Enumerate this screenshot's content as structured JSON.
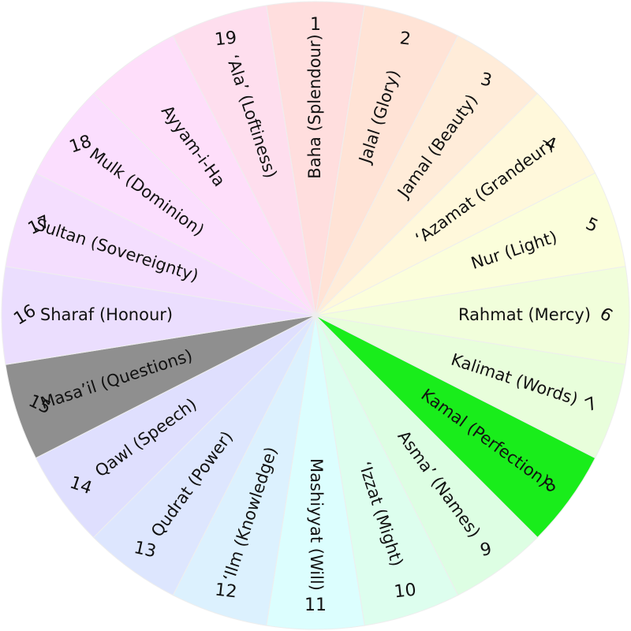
{
  "segments": [
    {
      "number": "1",
      "name": "Baha (Splendour)",
      "color": "#ffdede"
    },
    {
      "number": "2",
      "name": "Jalal (Glory)",
      "color": "#ffe3d6"
    },
    {
      "number": "3",
      "name": "Jamal (Beauty)",
      "color": "#ffecd9"
    },
    {
      "number": "4",
      "name": "‘Azamat (Grandeur)",
      "color": "#fff8db"
    },
    {
      "number": "5",
      "name": "Nur (Light)",
      "color": "#fbfedb"
    },
    {
      "number": "6",
      "name": "Rahmat (Mercy)",
      "color": "#f1fedb"
    },
    {
      "number": "7",
      "name": "Kalimat (Words)",
      "color": "#e8fedb"
    },
    {
      "number": "8",
      "name": "Kamal (Perfection)",
      "color": "#19ed1b"
    },
    {
      "number": "9",
      "name": "Asma’ (Names)",
      "color": "#ddfee3"
    },
    {
      "number": "10",
      "name": "‘Izzat (Might)",
      "color": "#ddfeee"
    },
    {
      "number": "11",
      "name": "Mashiyyat (Will)",
      "color": "#dcfefe"
    },
    {
      "number": "12",
      "name": "‘Ilm (Knowledge)",
      "color": "#dcf1fe"
    },
    {
      "number": "13",
      "name": "Qudrat (Power)",
      "color": "#dde6fe"
    },
    {
      "number": "14",
      "name": "Qawl (Speech)",
      "color": "#dfdffe"
    },
    {
      "number": "15",
      "name": "Masa’il (Questions)",
      "color": "#8f8f8f"
    },
    {
      "number": "16",
      "name": "Sharaf (Honour)",
      "color": "#ebdefe"
    },
    {
      "number": "17",
      "name": "Sultan (Sovereignty)",
      "color": "#f4defe"
    },
    {
      "number": "18",
      "name": "Mulk (Dominion)",
      "color": "#fbdefe"
    },
    {
      "number": "",
      "name": "Ayyam-i-Ha",
      "color": "#fedefa"
    },
    {
      "number": "19",
      "name": "‘Ala’ (Loftiness)",
      "color": "#fedeee"
    }
  ]
}
